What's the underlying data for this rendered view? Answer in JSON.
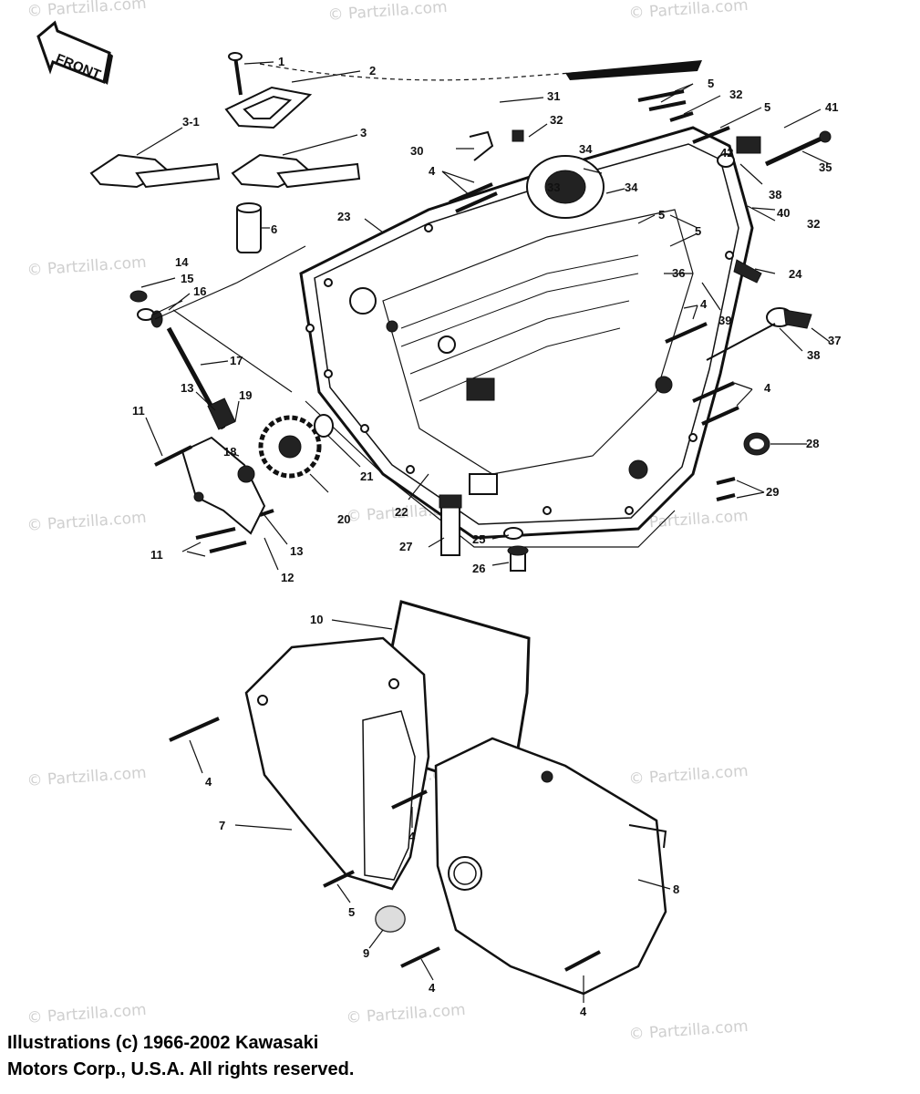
{
  "watermark": "© Partzilla.com",
  "front_label": "FRONT",
  "callouts": [
    "1",
    "2",
    "3",
    "3-1",
    "4",
    "5",
    "6",
    "7",
    "8",
    "9",
    "10",
    "11",
    "12",
    "13",
    "14",
    "15",
    "16",
    "17",
    "18",
    "19",
    "20",
    "21",
    "22",
    "23",
    "24",
    "25",
    "26",
    "27",
    "28",
    "29",
    "30",
    "31",
    "32",
    "33",
    "34",
    "35",
    "36",
    "37",
    "38",
    "39",
    "40",
    "41",
    "42"
  ],
  "copyright": {
    "line1": "Illustrations (c) 1966-2002 Kawasaki",
    "line2": "Motors Corp., U.S.A.  All rights reserved."
  }
}
